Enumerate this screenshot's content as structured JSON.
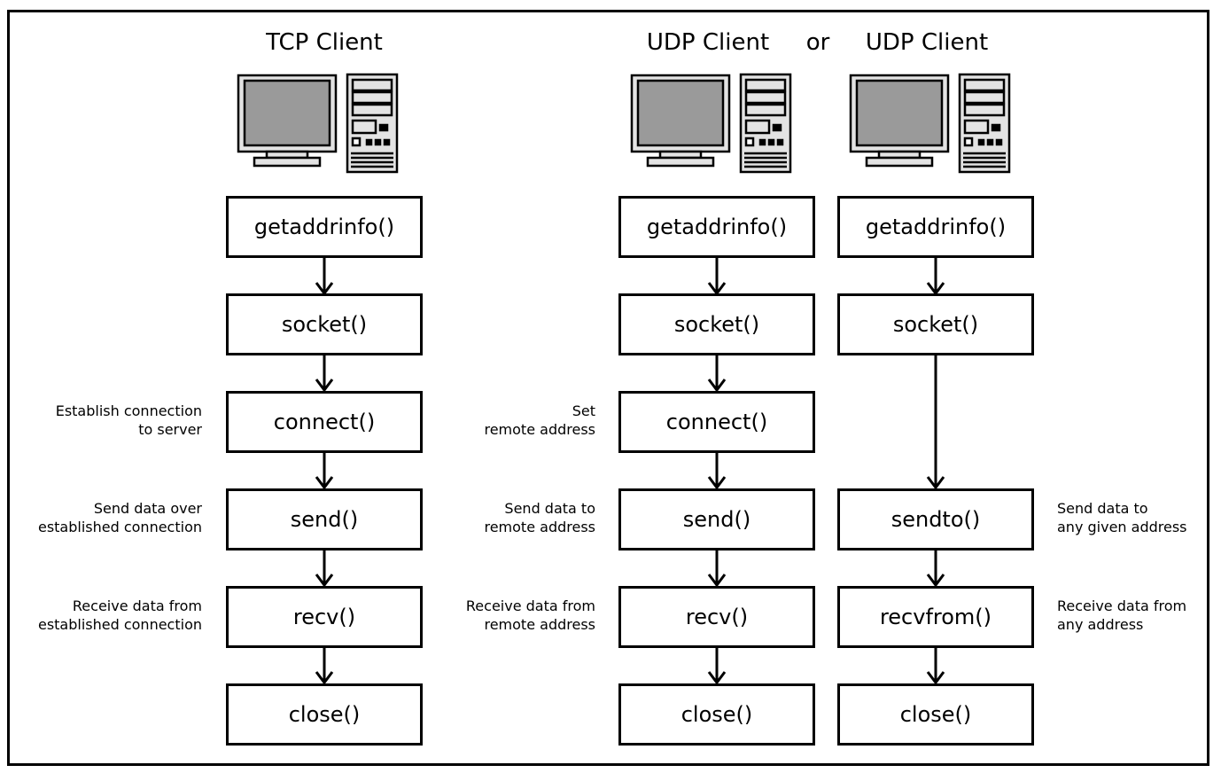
{
  "titles": {
    "tcp": "TCP Client",
    "udp_left": "UDP Client",
    "or": "or",
    "udp_right": "UDP Client"
  },
  "tcp": {
    "steps": [
      "getaddrinfo()",
      "socket()",
      "connect()",
      "send()",
      "recv()",
      "close()"
    ],
    "notes": {
      "connect": [
        "Establish connection",
        "to server"
      ],
      "send": [
        "Send data over",
        "established connection"
      ],
      "recv": [
        "Receive data from",
        "established connection"
      ]
    }
  },
  "udp_connected": {
    "steps": [
      "getaddrinfo()",
      "socket()",
      "connect()",
      "send()",
      "recv()",
      "close()"
    ],
    "notes": {
      "connect": [
        "Set",
        "remote address"
      ],
      "send": [
        "Send data to",
        "remote address"
      ],
      "recv": [
        "Receive data from",
        "remote address"
      ]
    }
  },
  "udp_unconnected": {
    "steps": [
      "getaddrinfo()",
      "socket()",
      "sendto()",
      "recvfrom()",
      "close()"
    ],
    "notes": {
      "sendto": [
        "Send data to",
        "any given address"
      ],
      "recvfrom": [
        "Receive data from",
        "any address"
      ]
    }
  },
  "icons": {
    "computer": "desktop-computer-icon"
  }
}
